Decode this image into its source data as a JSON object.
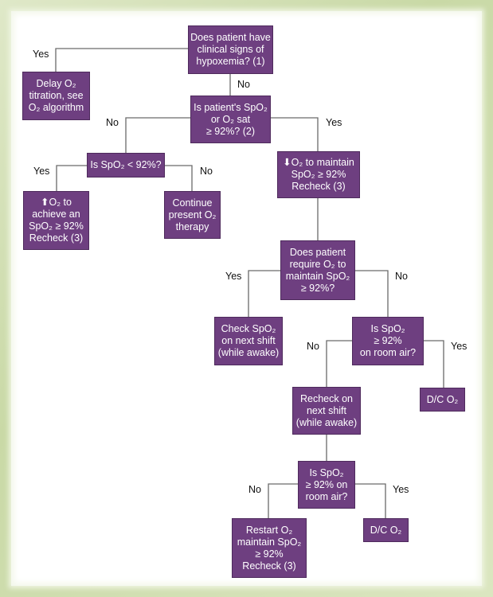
{
  "nodes": {
    "q1": "Does patient have\nclinical signs of\nhypoxemia? (1)",
    "delay": "Delay O₂\ntitration, see\nO₂ algorithm",
    "q2": "Is patient's SpO₂\nor O₂ sat\n≥ 92%? (2)",
    "q3": "Is SpO₂ < 92%?",
    "increase": "⬆O₂ to\nachieve an\nSpO₂ ≥ 92%\nRecheck (3)",
    "continue": "Continue\npresent O₂\ntherapy",
    "decrease": "⬇O₂ to maintain\nSpO₂ ≥ 92%\nRecheck (3)",
    "q4": "Does patient\nrequire O₂ to\nmaintain SpO₂\n≥ 92%?",
    "check": "Check SpO₂\non next shift\n(while awake)",
    "q5": "Is SpO₂\n≥ 92%\non room air?",
    "recheck": "Recheck on\nnext shift\n(while awake)",
    "dc1": "D/C O₂",
    "q6": "Is SpO₂\n≥ 92% on\nroom air?",
    "restart": "Restart O₂\nmaintain SpO₂\n≥ 92%\nRecheck (3)",
    "dc2": "D/C O₂"
  },
  "labels": {
    "yes": "Yes",
    "no": "No"
  },
  "colors": {
    "box": "#6e3f80",
    "line": "#6a6a6a"
  }
}
